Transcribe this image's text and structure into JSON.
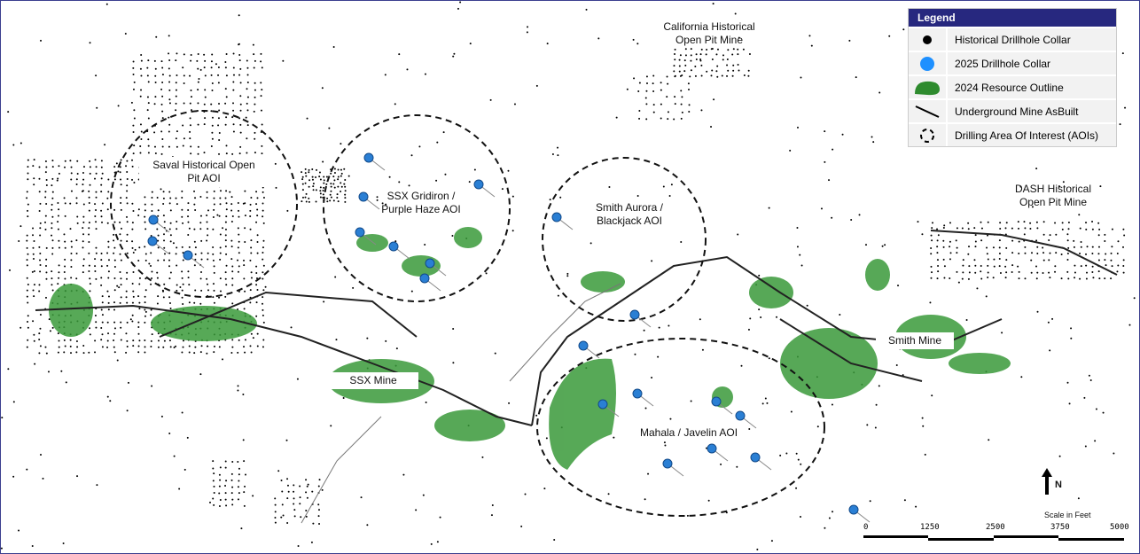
{
  "legend": {
    "title": "Legend",
    "items": [
      {
        "label": "Historical Drillhole Collar",
        "icon": "black-dot-icon"
      },
      {
        "label": "2025 Drillhole Collar",
        "icon": "blue-dot-icon"
      },
      {
        "label": "2024 Resource Outline",
        "icon": "green-blob-icon"
      },
      {
        "label": "Underground Mine AsBuilt",
        "icon": "line-icon"
      },
      {
        "label": "Drilling Area Of Interest (AOIs)",
        "icon": "dashed-circle-icon"
      }
    ]
  },
  "labels": {
    "saval": "Saval Historical Open Pit AOI",
    "ssx_gridiron": "SSX Gridiron / Purple Haze AOI",
    "smith_aurora": "Smith Aurora / Blackjack AOI",
    "california": "California Historical Open Pit Mine",
    "dash": "DASH Historical Open Pit Mine",
    "ssx_mine": "SSX Mine",
    "smith_mine": "Smith Mine",
    "mahala": "Mahala / Javelin AOI"
  },
  "north": "N",
  "scale": {
    "title": "Scale in Feet",
    "ticks": [
      "0",
      "1250",
      "2500",
      "3750",
      "5000"
    ]
  },
  "colors": {
    "resource": "#3a9a3a",
    "collar2025": "#2a7fd4",
    "legend_header": "#27287f"
  }
}
